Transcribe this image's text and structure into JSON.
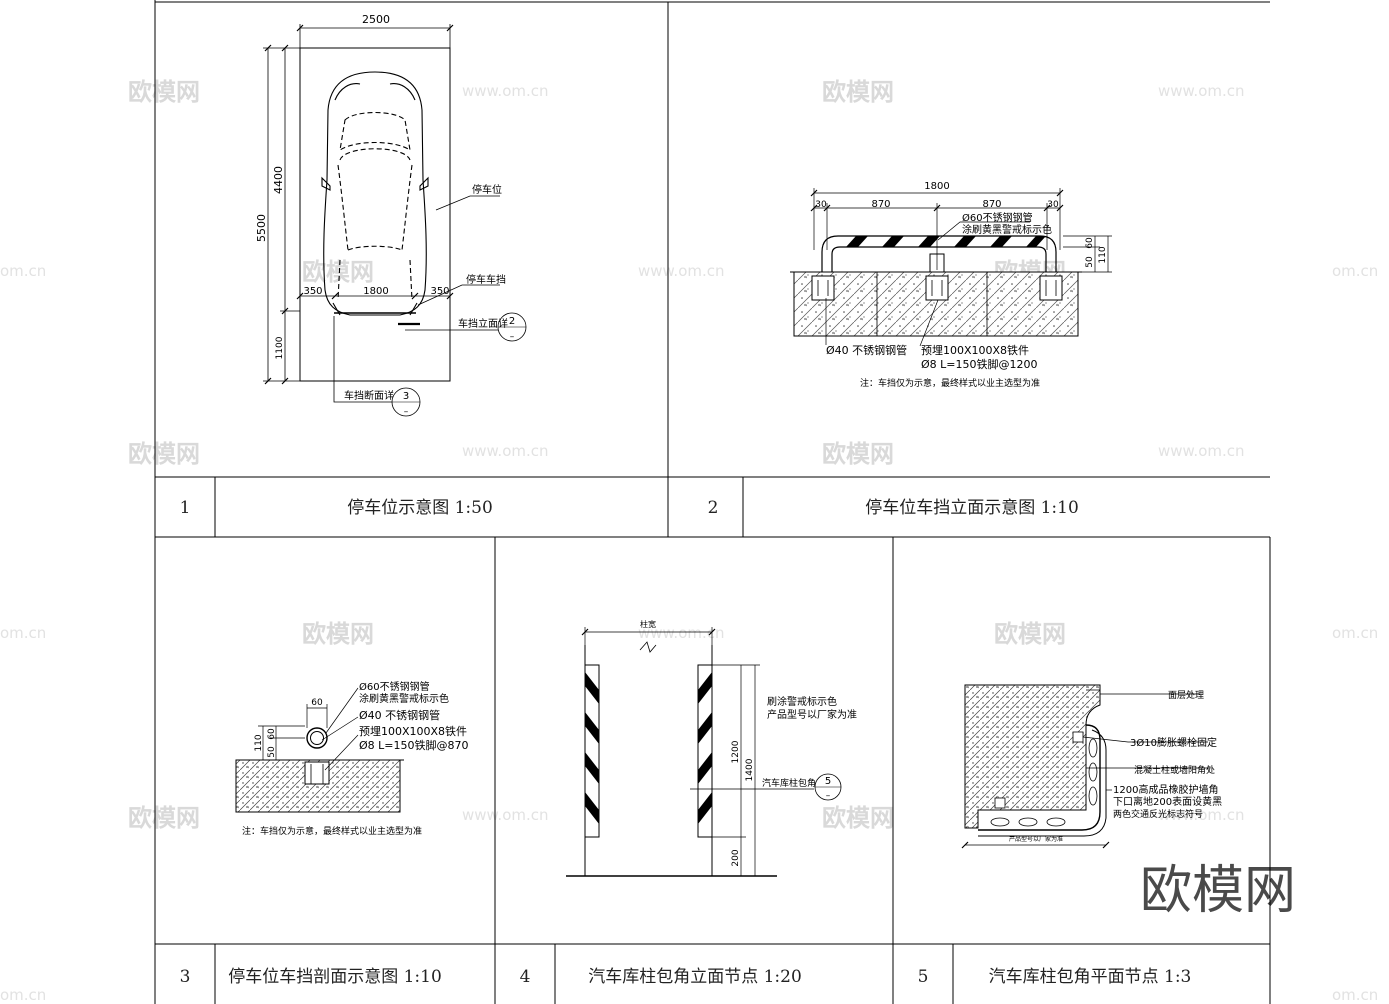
{
  "panels": [
    {
      "number": "1",
      "title": "停车位示意图 1:50"
    },
    {
      "number": "2",
      "title": "停车位车挡立面示意图 1:10"
    },
    {
      "number": "3",
      "title": "停车位车挡剖面示意图 1:10"
    },
    {
      "number": "4",
      "title": "汽车库柱包角立面节点 1:20"
    },
    {
      "number": "5",
      "title": "汽车库柱包角平面节点 1:3"
    }
  ],
  "d1": {
    "dim_width": "2500",
    "dim_total": "5500",
    "dim_upper": "4400",
    "dim_lower": "1100",
    "dim_stop": "1800",
    "dim_left": "350",
    "dim_right": "350",
    "label_space": "停车位",
    "label_stop": "停车车挡",
    "ref_elevation": "车挡立面详",
    "ref_elevation_num": "2",
    "ref_section": "车挡断面详",
    "ref_section_num": "3"
  },
  "d2": {
    "dim_total": "1800",
    "dim_a": "870",
    "dim_b": "870",
    "dim_c": "30",
    "dim_d": "30",
    "dim_h1": "50",
    "dim_h2": "60",
    "dim_h3": "110",
    "pipe_label": "Ø60不锈钢钢管",
    "paint_label": "涂刷黄黑警戒标示色",
    "small_pipe": "Ø40 不锈钢钢管",
    "embed1": "预埋100X100X8铁件",
    "embed2": "Ø8 L=150铁脚@1200",
    "note": "注：车挡仅为示意，最终样式以业主选型为准"
  },
  "d3": {
    "dim_w": "60",
    "dim_h1": "50",
    "dim_h2": "60",
    "dim_h3": "110",
    "pipe": "Ø60不锈钢钢管",
    "paint": "涂刷黄黑警戒标示色",
    "small_pipe": "Ø40 不锈钢钢管",
    "embed1": "预埋100X100X8铁件",
    "embed2": "Ø8 L=150铁脚@870",
    "note": "注：车挡仅为示意，最终样式以业主选型为准"
  },
  "d4": {
    "dim_top": "柱宽",
    "dim_1400": "1400",
    "dim_1200": "1200",
    "dim_200": "200",
    "paint1": "刷涂警戒标示色",
    "paint2": "产品型号以厂家为准",
    "corner": "汽车库柱包角",
    "ref_num": "5"
  },
  "d5": {
    "surface": "面层处理",
    "bolt": "3Ø10膨胀螺栓固定",
    "concrete": "混凝土柱或墙阳角处",
    "guard1": "1200高成品橡胶护墙角",
    "guard2": "下口离地200表面设黄黑",
    "guard3": "两色交通反光标志符号",
    "product": "产品型号以厂家为准"
  },
  "watermarks": {
    "brand": "欧模网",
    "url": "www.om.cn",
    "url_short": "om.cn"
  }
}
